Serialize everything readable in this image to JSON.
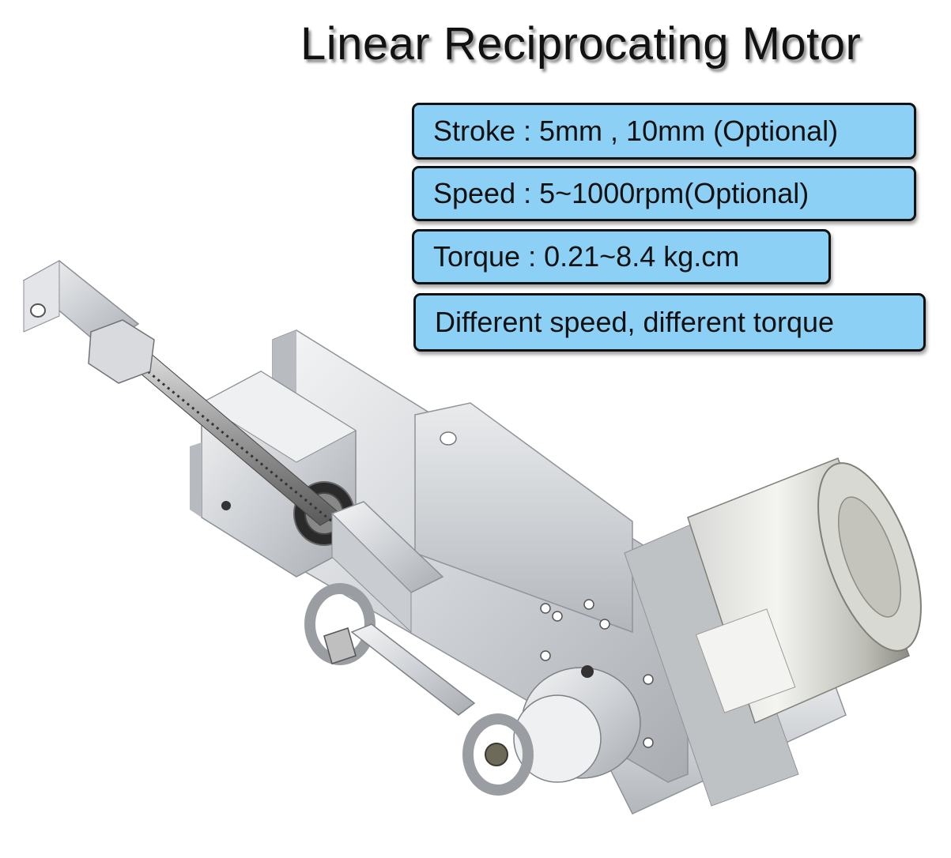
{
  "title": "Linear Reciprocating Motor",
  "specs": {
    "stroke": "Stroke : 5mm , 10mm (Optional)",
    "speed": "Speed : 5~1000rpm(Optional)",
    "torque": "Torque : 0.21~8.4 kg.cm",
    "note": "Different speed, different torque"
  },
  "colors": {
    "box_fill": "#8dd0f5",
    "box_border": "#111111",
    "title_text": "#111111",
    "metal": "#cfd2d6"
  }
}
